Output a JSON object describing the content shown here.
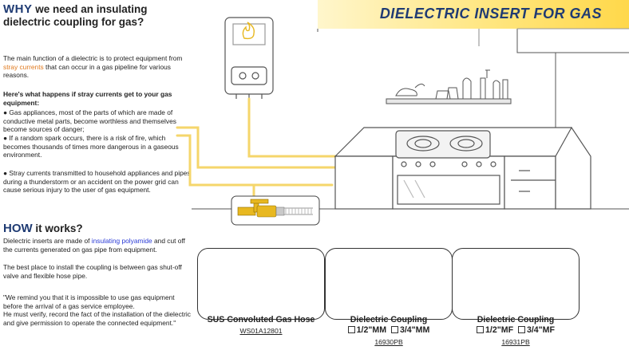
{
  "banner": {
    "title": "DIELECTRIC INSERT FOR GAS"
  },
  "why": {
    "keyword": "WHY",
    "heading_rest": " we need an insulating dielectric coupling for gas?",
    "intro_1": "The main function of a dielectric is to protect equipment from",
    "intro_highlight": "stray currents",
    "intro_2": " that  can occur in a gas pipeline for various reasons.",
    "subheading": "Here's what  happens  if stray currents  get to your gas equipment:",
    "bullets": [
      "Gas appliances, most of the parts of which are made of conductive metal parts, become worthless and themselves become sources of danger;",
      "If a random spark occurs, there is a risk of fire,  which becomes thousands of times more dangerous in a gaseous environment.",
      "Stray currents transmitted to household appliances and pipes during a thunderstorm or an accident on the power grid can cause serious injury to the user of gas equipment."
    ]
  },
  "how": {
    "keyword": "HOW",
    "heading_rest": " it works?",
    "text_1": "Dielectric inserts are made of ",
    "text_highlight": "insulating polyamide",
    "text_2": " and cut off the currents generated on gas pipe from equipment.",
    "place": "The best place to install the coupling is between gas shut-off valve and flexible hose pipe.",
    "remind": "\"We remind you that  it is impossible to use gas equipment before the arrival of a gas service employee.",
    "verify": "He must verify, record the fact of the installation of the dielectric and give permission to operate the connected equipment.\""
  },
  "products": [
    {
      "title": "SUS Convoluted Gas Hose",
      "option_1": "",
      "option_2": "",
      "code": "WS01A12801"
    },
    {
      "title": "Dielectric Coupling",
      "option_1": "1/2\"MM",
      "option_2": "3/4\"MM",
      "code": "16930PB"
    },
    {
      "title": "Dielectric Coupling",
      "option_1": "1/2\"MF",
      "option_2": "3/4\"MF",
      "code": "16931PB"
    }
  ],
  "colors": {
    "accent": "#1f3b73",
    "highlight": "#e07a1f",
    "link": "#2a3bd6",
    "pipe": "#f5d66b",
    "brass": "#e8b820"
  }
}
